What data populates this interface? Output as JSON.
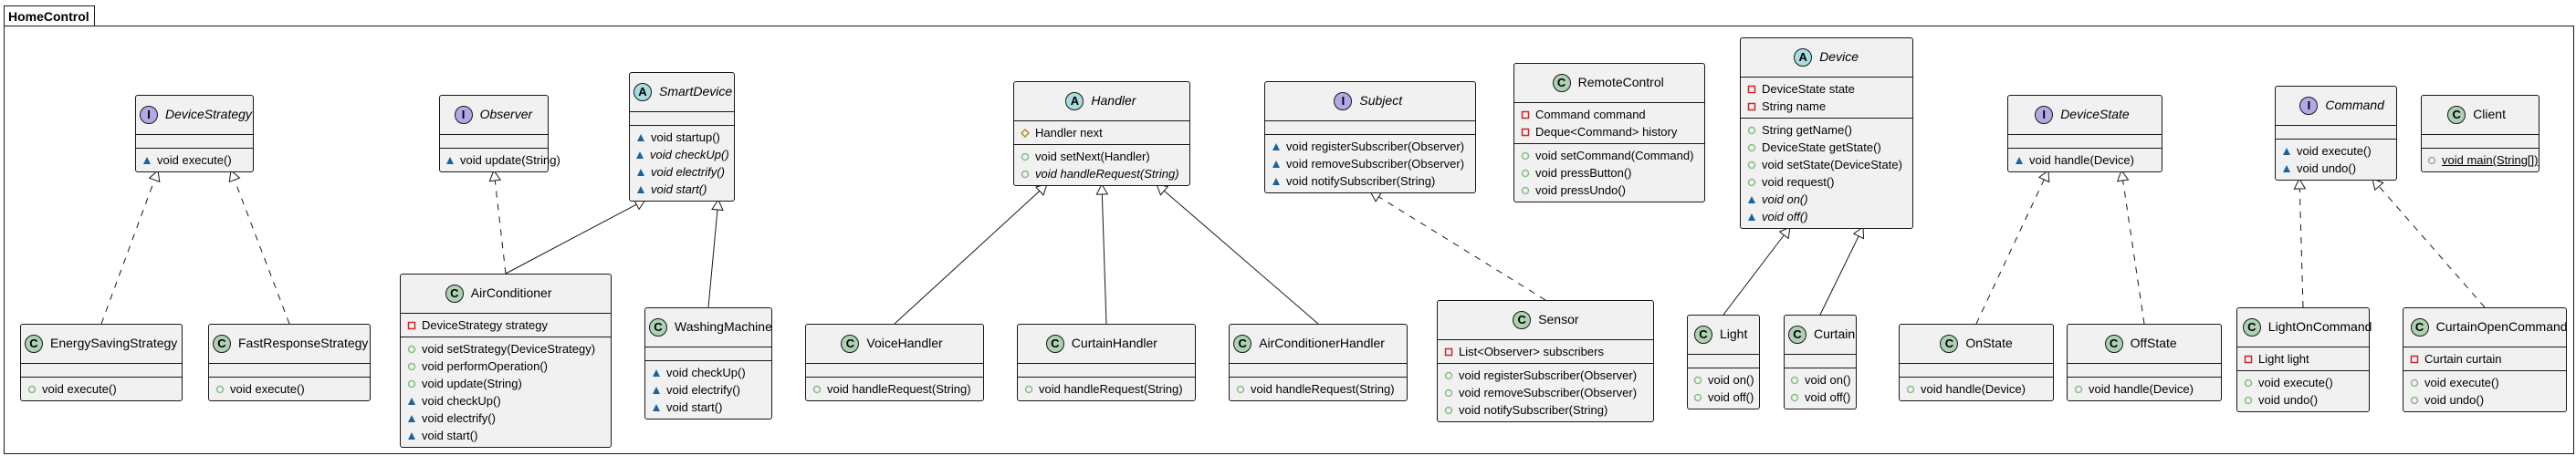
{
  "package": {
    "name": "HomeControl"
  },
  "colors": {
    "class": "#add1b2",
    "interface": "#b4a7e5",
    "abstract": "#a9dcdf",
    "public": "#84be84",
    "package": "#1963a0",
    "private": "#c82930",
    "protected": "#b38d22"
  },
  "classes": [
    {
      "name": "DeviceStrategy",
      "kind": "interface",
      "fields": [],
      "methods": [
        {
          "vis": "package",
          "text": "void execute()"
        }
      ]
    },
    {
      "name": "Observer",
      "kind": "interface",
      "fields": [],
      "methods": [
        {
          "vis": "package",
          "text": "void update(String)"
        }
      ]
    },
    {
      "name": "SmartDevice",
      "kind": "abstract",
      "fields": [],
      "methods": [
        {
          "vis": "package",
          "text": "void startup()"
        },
        {
          "vis": "package",
          "text": "void checkUp()",
          "italic": true
        },
        {
          "vis": "package",
          "text": "void electrify()",
          "italic": true
        },
        {
          "vis": "package",
          "text": "void start()",
          "italic": true
        }
      ]
    },
    {
      "name": "Handler",
      "kind": "abstract",
      "fields": [
        {
          "vis": "protected",
          "text": "Handler next"
        }
      ],
      "methods": [
        {
          "vis": "public",
          "text": "void setNext(Handler)"
        },
        {
          "vis": "public",
          "text": "void handleRequest(String)",
          "italic": true
        }
      ]
    },
    {
      "name": "Subject",
      "kind": "interface",
      "fields": [],
      "methods": [
        {
          "vis": "package",
          "text": "void registerSubscriber(Observer)"
        },
        {
          "vis": "package",
          "text": "void removeSubscriber(Observer)"
        },
        {
          "vis": "package",
          "text": "void notifySubscriber(String)"
        }
      ]
    },
    {
      "name": "RemoteControl",
      "kind": "class",
      "fields": [
        {
          "vis": "private",
          "text": "Command command"
        },
        {
          "vis": "private",
          "text": "Deque<Command> history"
        }
      ],
      "methods": [
        {
          "vis": "public",
          "text": "void setCommand(Command)"
        },
        {
          "vis": "public",
          "text": "void pressButton()"
        },
        {
          "vis": "public",
          "text": "void pressUndo()"
        }
      ]
    },
    {
      "name": "Device",
      "kind": "abstract",
      "fields": [
        {
          "vis": "private",
          "text": "DeviceState state"
        },
        {
          "vis": "private",
          "text": "String name"
        }
      ],
      "methods": [
        {
          "vis": "public",
          "text": "String getName()"
        },
        {
          "vis": "public",
          "text": "DeviceState getState()"
        },
        {
          "vis": "public",
          "text": "void setState(DeviceState)"
        },
        {
          "vis": "public",
          "text": "void request()"
        },
        {
          "vis": "package",
          "text": "void on()",
          "italic": true
        },
        {
          "vis": "package",
          "text": "void off()",
          "italic": true
        }
      ]
    },
    {
      "name": "DeviceState",
      "kind": "interface",
      "fields": [],
      "methods": [
        {
          "vis": "package",
          "text": "void handle(Device)"
        }
      ]
    },
    {
      "name": "Command",
      "kind": "interface",
      "fields": [],
      "methods": [
        {
          "vis": "package",
          "text": "void execute()"
        },
        {
          "vis": "package",
          "text": "void undo()"
        }
      ]
    },
    {
      "name": "Client",
      "kind": "class",
      "fields": [],
      "methods": [
        {
          "vis": "public",
          "text": "void main(String[])",
          "underline": true
        }
      ]
    },
    {
      "name": "EnergySavingStrategy",
      "kind": "class",
      "fields": [],
      "methods": [
        {
          "vis": "public",
          "text": "void execute()"
        }
      ]
    },
    {
      "name": "FastResponseStrategy",
      "kind": "class",
      "fields": [],
      "methods": [
        {
          "vis": "public",
          "text": "void execute()"
        }
      ]
    },
    {
      "name": "AirConditioner",
      "kind": "class",
      "fields": [
        {
          "vis": "private",
          "text": "DeviceStrategy strategy"
        }
      ],
      "methods": [
        {
          "vis": "public",
          "text": "void setStrategy(DeviceStrategy)"
        },
        {
          "vis": "public",
          "text": "void performOperation()"
        },
        {
          "vis": "public",
          "text": "void update(String)"
        },
        {
          "vis": "package",
          "text": "void checkUp()"
        },
        {
          "vis": "package",
          "text": "void electrify()"
        },
        {
          "vis": "package",
          "text": "void start()"
        }
      ]
    },
    {
      "name": "WashingMachine",
      "kind": "class",
      "fields": [],
      "methods": [
        {
          "vis": "package",
          "text": "void checkUp()"
        },
        {
          "vis": "package",
          "text": "void electrify()"
        },
        {
          "vis": "package",
          "text": "void start()"
        }
      ]
    },
    {
      "name": "VoiceHandler",
      "kind": "class",
      "fields": [],
      "methods": [
        {
          "vis": "public",
          "text": "void handleRequest(String)"
        }
      ]
    },
    {
      "name": "CurtainHandler",
      "kind": "class",
      "fields": [],
      "methods": [
        {
          "vis": "public",
          "text": "void handleRequest(String)"
        }
      ]
    },
    {
      "name": "AirConditionerHandler",
      "kind": "class",
      "fields": [],
      "methods": [
        {
          "vis": "public",
          "text": "void handleRequest(String)"
        }
      ]
    },
    {
      "name": "Sensor",
      "kind": "class",
      "fields": [
        {
          "vis": "private",
          "text": "List<Observer> subscribers"
        }
      ],
      "methods": [
        {
          "vis": "public",
          "text": "void registerSubscriber(Observer)"
        },
        {
          "vis": "public",
          "text": "void removeSubscriber(Observer)"
        },
        {
          "vis": "public",
          "text": "void notifySubscriber(String)"
        }
      ]
    },
    {
      "name": "Light",
      "kind": "class",
      "fields": [],
      "methods": [
        {
          "vis": "public",
          "text": "void on()"
        },
        {
          "vis": "public",
          "text": "void off()"
        }
      ]
    },
    {
      "name": "Curtain",
      "kind": "class",
      "fields": [],
      "methods": [
        {
          "vis": "public",
          "text": "void on()"
        },
        {
          "vis": "public",
          "text": "void off()"
        }
      ]
    },
    {
      "name": "OnState",
      "kind": "class",
      "fields": [],
      "methods": [
        {
          "vis": "public",
          "text": "void handle(Device)"
        }
      ]
    },
    {
      "name": "OffState",
      "kind": "class",
      "fields": [],
      "methods": [
        {
          "vis": "public",
          "text": "void handle(Device)"
        }
      ]
    },
    {
      "name": "LightOnCommand",
      "kind": "class",
      "fields": [
        {
          "vis": "private",
          "text": "Light light"
        }
      ],
      "methods": [
        {
          "vis": "public",
          "text": "void execute()"
        },
        {
          "vis": "public",
          "text": "void undo()"
        }
      ]
    },
    {
      "name": "CurtainOpenCommand",
      "kind": "class",
      "fields": [
        {
          "vis": "private",
          "text": "Curtain curtain"
        }
      ],
      "methods": [
        {
          "vis": "public",
          "text": "void execute()"
        },
        {
          "vis": "public",
          "text": "void undo()"
        }
      ]
    }
  ],
  "relations": [
    {
      "from": "EnergySavingStrategy",
      "to": "DeviceStrategy",
      "type": "realization"
    },
    {
      "from": "FastResponseStrategy",
      "to": "DeviceStrategy",
      "type": "realization"
    },
    {
      "from": "AirConditioner",
      "to": "Observer",
      "type": "realization"
    },
    {
      "from": "AirConditioner",
      "to": "SmartDevice",
      "type": "extension"
    },
    {
      "from": "WashingMachine",
      "to": "SmartDevice",
      "type": "extension"
    },
    {
      "from": "VoiceHandler",
      "to": "Handler",
      "type": "extension"
    },
    {
      "from": "CurtainHandler",
      "to": "Handler",
      "type": "extension"
    },
    {
      "from": "AirConditionerHandler",
      "to": "Handler",
      "type": "extension"
    },
    {
      "from": "Sensor",
      "to": "Subject",
      "type": "realization"
    },
    {
      "from": "Light",
      "to": "Device",
      "type": "extension"
    },
    {
      "from": "Curtain",
      "to": "Device",
      "type": "extension"
    },
    {
      "from": "OnState",
      "to": "DeviceState",
      "type": "realization"
    },
    {
      "from": "OffState",
      "to": "DeviceState",
      "type": "realization"
    },
    {
      "from": "LightOnCommand",
      "to": "Command",
      "type": "realization"
    },
    {
      "from": "CurtainOpenCommand",
      "to": "Command",
      "type": "realization"
    }
  ]
}
